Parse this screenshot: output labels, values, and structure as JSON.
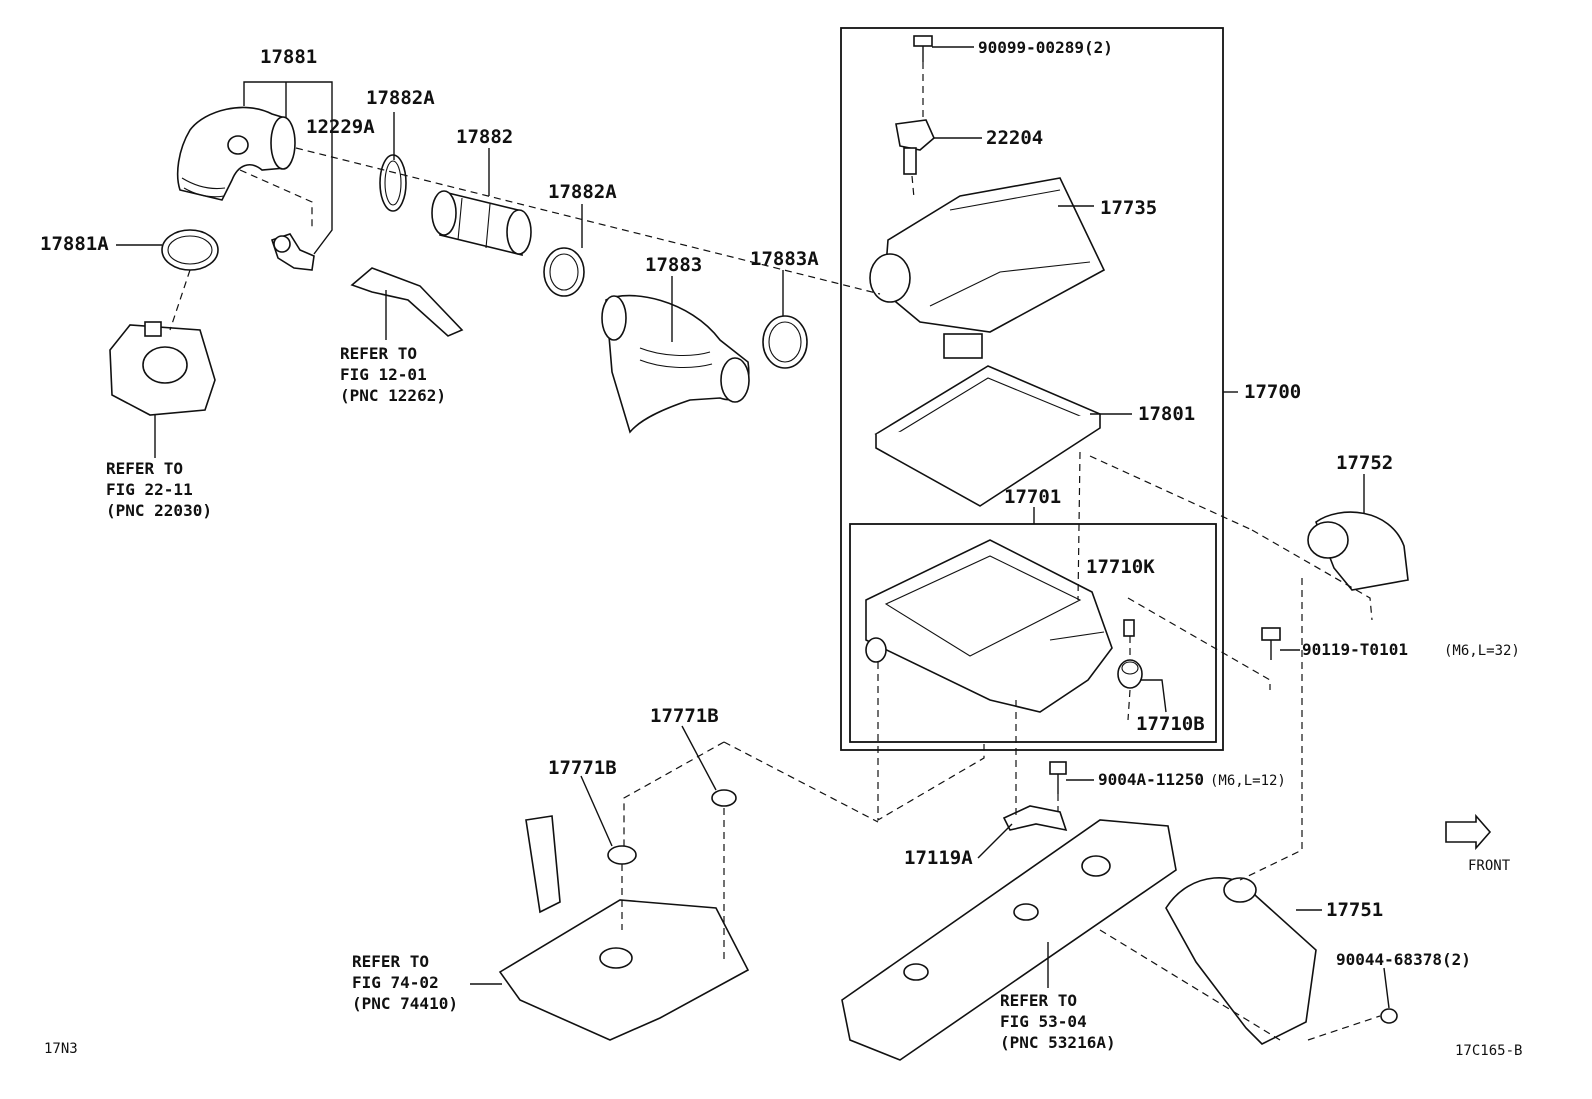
{
  "labels": {
    "p17881": "17881",
    "p12229A": "12229A",
    "p17882A_1": "17882A",
    "p17882": "17882",
    "p17882A_2": "17882A",
    "p17881A": "17881A",
    "p17883": "17883",
    "p17883A": "17883A",
    "p90099": "90099-00289(2)",
    "p22204": "22204",
    "p17735": "17735",
    "p17700": "17700",
    "p17801": "17801",
    "p17701": "17701",
    "p17710K": "17710K",
    "p17710B": "17710B",
    "p17752": "17752",
    "p90119": "90119-T0101",
    "p90119_spec": "(M6,L=32)",
    "p9004A": "9004A-11250",
    "p9004A_spec": "(M6,L=12)",
    "p17771B_1": "17771B",
    "p17771B_2": "17771B",
    "p17119A": "17119A",
    "p17751": "17751",
    "p90044": "90044-68378(2)",
    "front": "FRONT"
  },
  "refs": {
    "r1": [
      "REFER TO",
      "FIG 12-01",
      "(PNC 12262)"
    ],
    "r2": [
      "REFER TO",
      "FIG 22-11",
      "(PNC 22030)"
    ],
    "r3": [
      "REFER TO",
      "FIG 74-02",
      "(PNC 74410)"
    ],
    "r4": [
      "REFER TO",
      "FIG 53-04",
      "(PNC 53216A)"
    ]
  },
  "corners": {
    "bottom_left": "17N3",
    "bottom_right": "17C165-B"
  }
}
